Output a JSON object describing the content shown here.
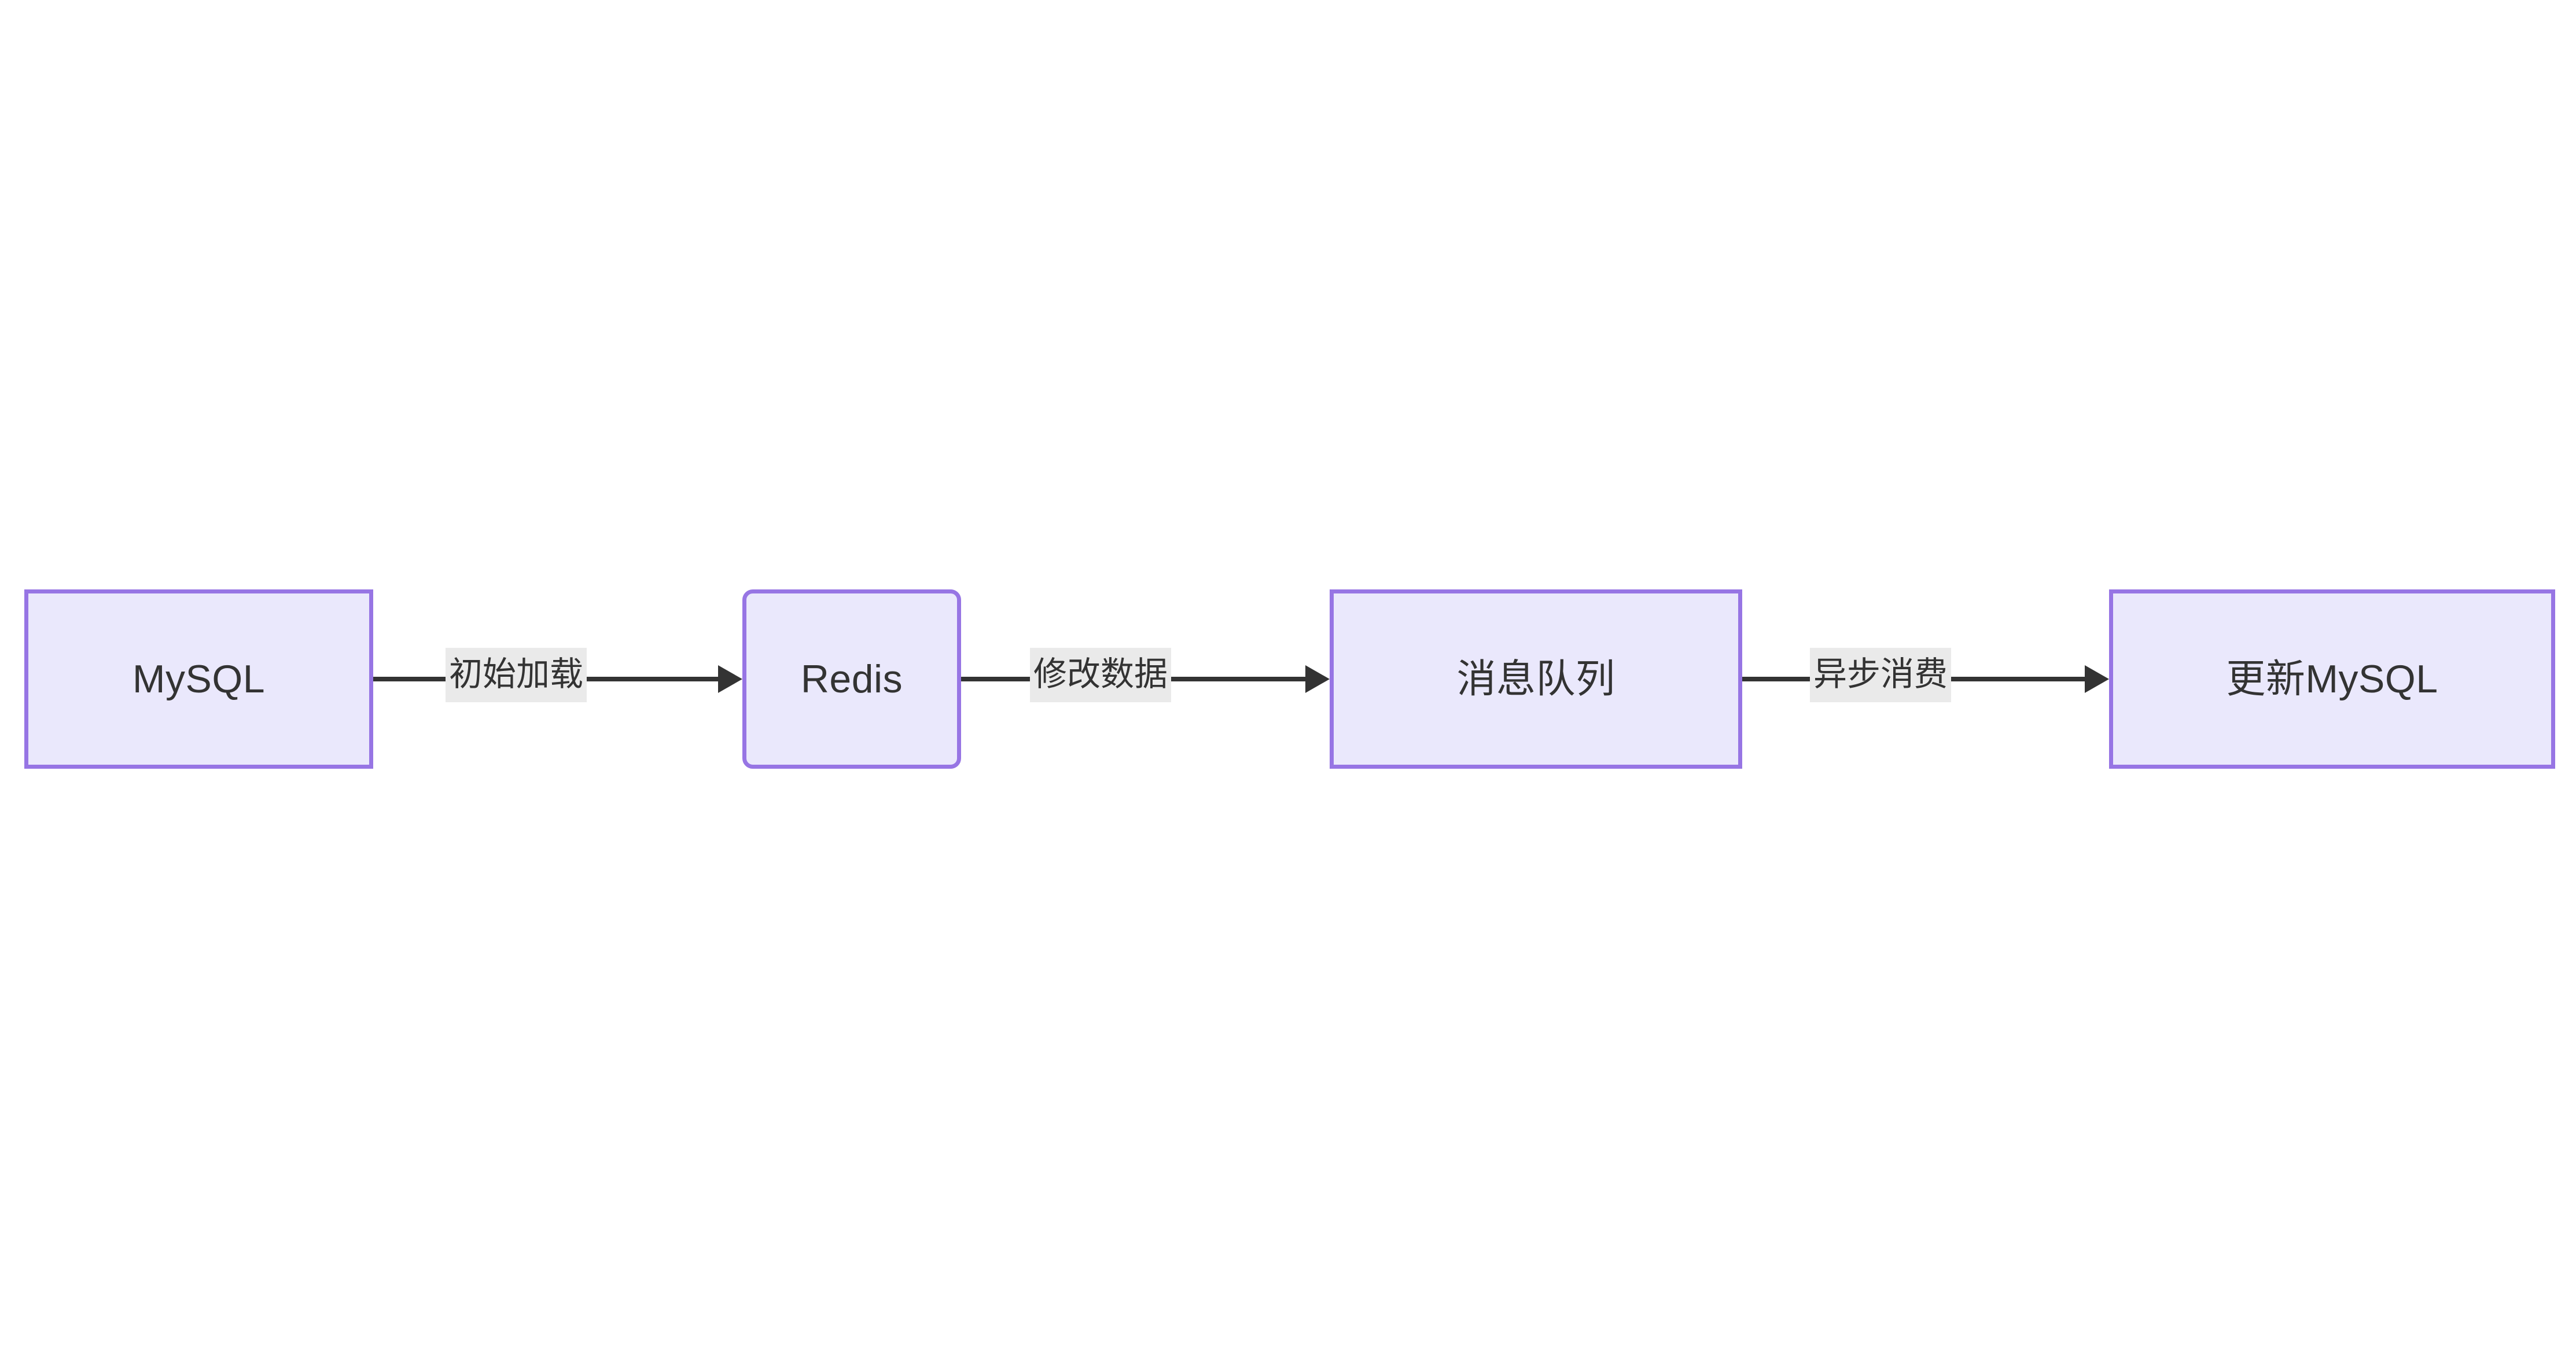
{
  "diagram": {
    "type": "flowchart",
    "direction": "left-to-right",
    "background_color": "#ffffff",
    "node_fill_color": "#eae8fc",
    "node_border_color": "#9775e4",
    "node_text_color": "#333333",
    "edge_color": "#333333",
    "edge_label_background_color": "#eaeaea",
    "nodes": [
      {
        "id": "mysql",
        "label": "MySQL",
        "shape": "rectangle",
        "order": 1
      },
      {
        "id": "redis",
        "label": "Redis",
        "shape": "rounded-rectangle",
        "order": 2
      },
      {
        "id": "mq",
        "label": "消息队列",
        "shape": "rectangle",
        "order": 3
      },
      {
        "id": "update_mysql",
        "label": "更新MySQL",
        "shape": "rectangle",
        "order": 4
      }
    ],
    "edges": [
      {
        "id": "e1",
        "from": "mysql",
        "to": "redis",
        "label": "初始加载",
        "arrow": "arrow-right-icon"
      },
      {
        "id": "e2",
        "from": "redis",
        "to": "mq",
        "label": "修改数据",
        "arrow": "arrow-right-icon"
      },
      {
        "id": "e3",
        "from": "mq",
        "to": "update_mysql",
        "label": "异步消费",
        "arrow": "arrow-right-icon"
      }
    ]
  }
}
